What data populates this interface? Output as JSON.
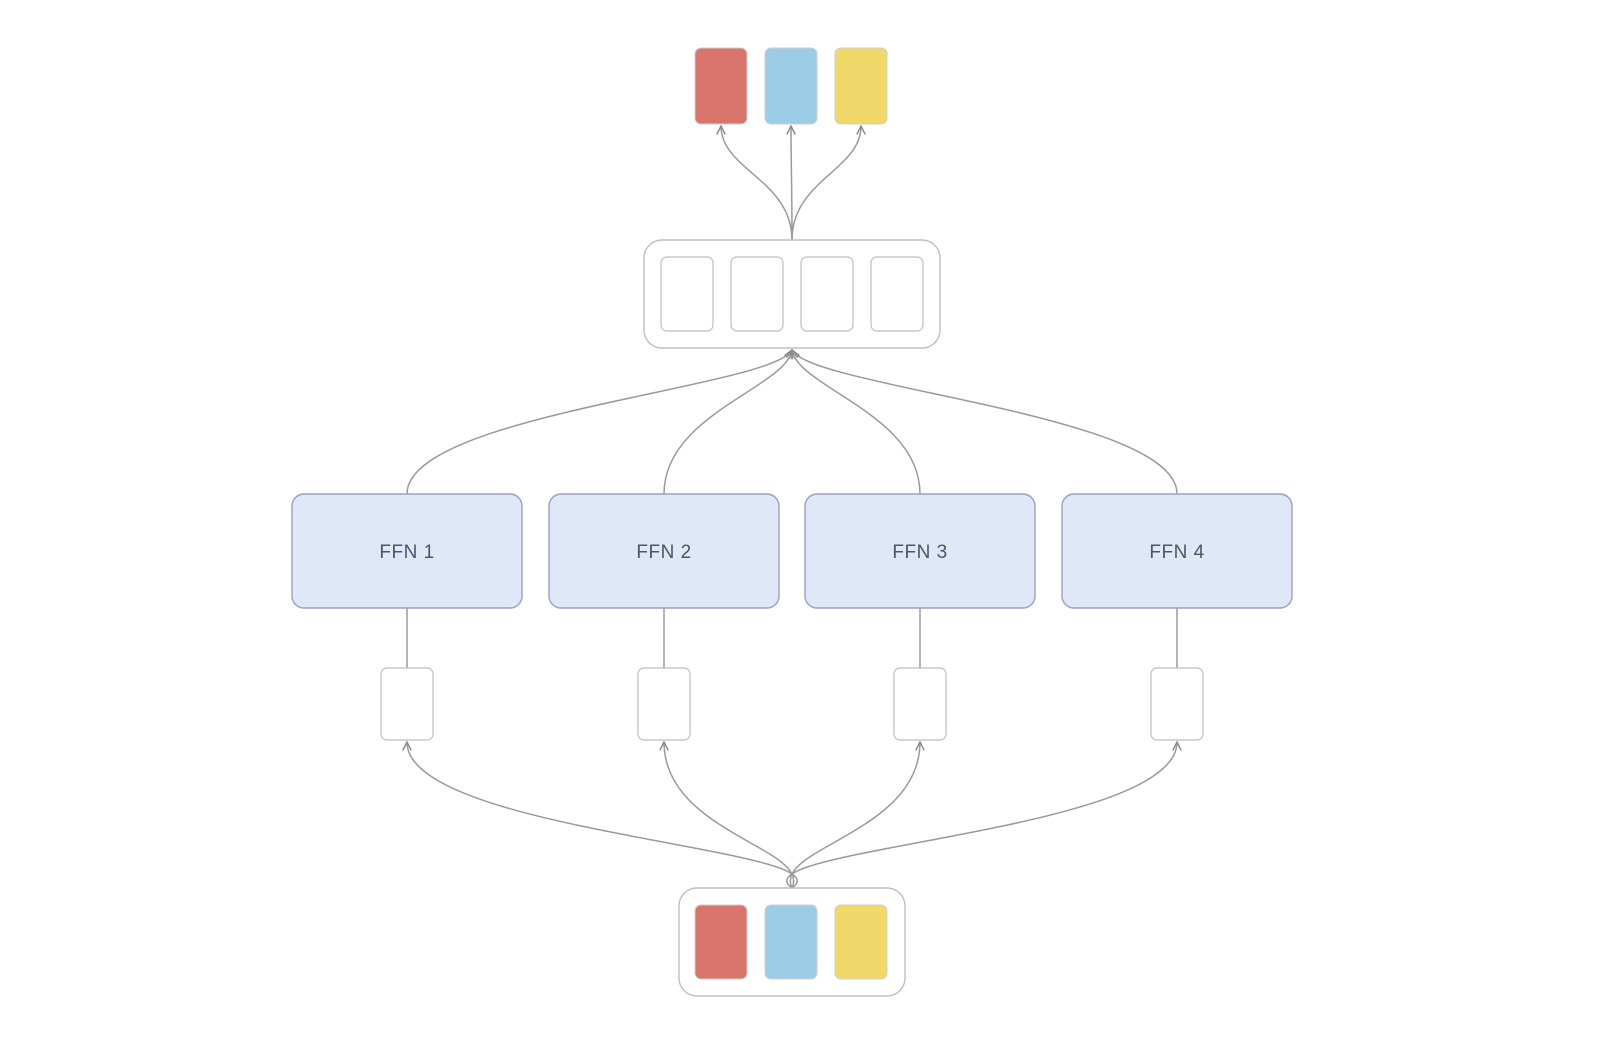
{
  "colors": {
    "red": "#d9756c",
    "blue": "#9dcce7",
    "yellow": "#f1d86a",
    "peach": "#e99a77",
    "pale_blue": "#c7e1ef",
    "pale_yellow": "#f7ecb5",
    "ffn_fill": "#dfe7f9",
    "ffn_stroke": "#9aa0c2",
    "connector": "#9a9a9a"
  },
  "inputs": [
    "red",
    "blue",
    "yellow"
  ],
  "outputs": [
    "red",
    "blue",
    "yellow"
  ],
  "experts": [
    {
      "label": "FFN 1"
    },
    {
      "label": "FFN 2"
    },
    {
      "label": "FFN 3"
    },
    {
      "label": "FFN 4"
    }
  ]
}
